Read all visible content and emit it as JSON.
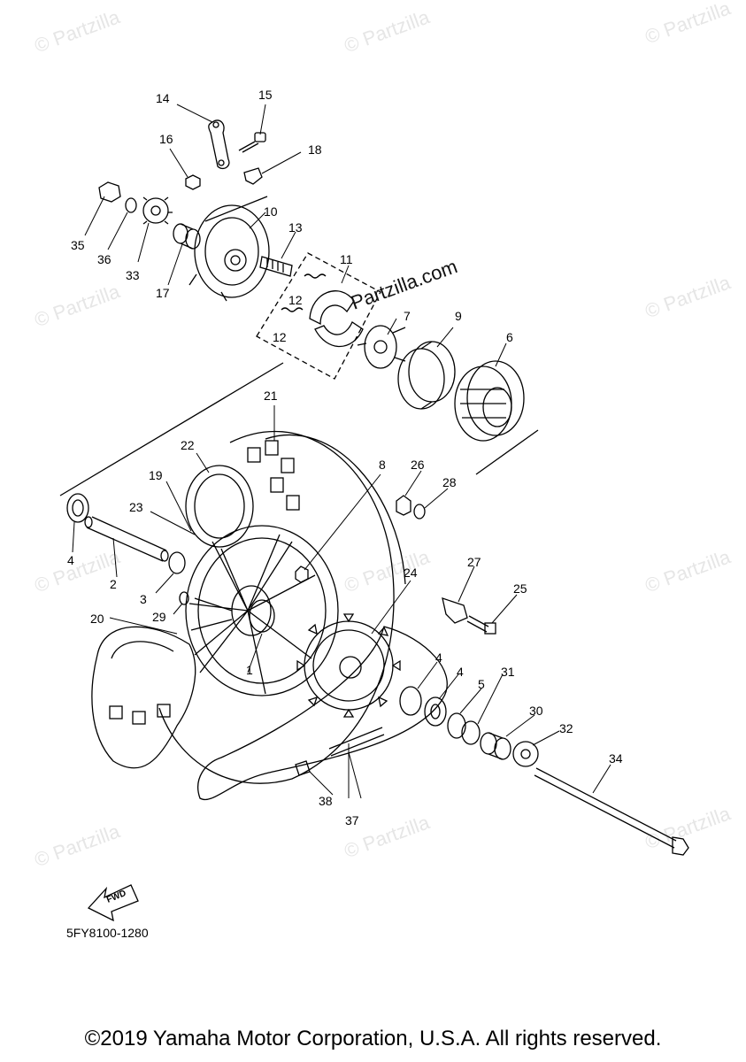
{
  "watermark_text": "© Partzilla",
  "brand_text": "Partzilla.com",
  "fwd_label": "FWD",
  "diagram_code": "5FY8100-1280",
  "copyright": "©2019 Yamaha Motor Corporation, U.S.A. All rights reserved.",
  "callouts": [
    "1",
    "2",
    "3",
    "4",
    "4",
    "4",
    "5",
    "6",
    "7",
    "8",
    "9",
    "10",
    "11",
    "12",
    "12",
    "13",
    "14",
    "15",
    "16",
    "17",
    "18",
    "19",
    "20",
    "21",
    "22",
    "23",
    "24",
    "25",
    "26",
    "27",
    "28",
    "29",
    "30",
    "31",
    "32",
    "33",
    "34",
    "35",
    "36",
    "37",
    "38"
  ]
}
